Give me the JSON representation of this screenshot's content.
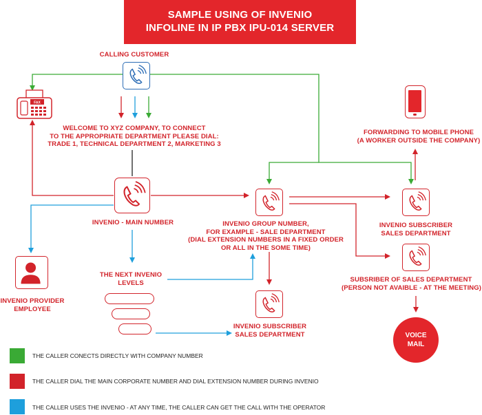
{
  "title": {
    "line1": "SAMPLE USING OF INVENIO",
    "line2": "INFOLINE IN IP PBX IPU-014 SERVER"
  },
  "nodes": {
    "calling_customer": "CALLING CUSTOMER",
    "welcome": {
      "line1": "WELCOME TO XYZ COMPANY, TO CONNECT",
      "line2": "TO THE APPROPRIATE DEPARTMENT PLEASE DIAL:",
      "line3": "TRADE 1, TECHNICAL DEPARTMENT 2, MARKETING 3"
    },
    "main_number": "INVENIO - MAIN NUMBER",
    "fax_label": "FAX",
    "provider": {
      "line1": "INVENIO PROVIDER",
      "line2": "EMPLOYEE"
    },
    "next_levels": {
      "line1": "THE NEXT INVENIO",
      "line2": "LEVELS"
    },
    "group_number": {
      "line1": "INVENIO GROUP NUMBER,",
      "line2": "FOR EXAMPLE - SALE DEPARTMENT",
      "line3": "(DIAL EXTENSION NUMBERS IN A FIXED ORDER",
      "line4": "OR ALL IN THE SOME TIME)"
    },
    "subscriber_bottom": {
      "line1": "INVENIO SUBSCRIBER",
      "line2": "SALES DEPARTMENT"
    },
    "subscriber_right": {
      "line1": "INVENIO SUBSCRIBER",
      "line2": "SALES DEPARTMENT"
    },
    "forwarding": {
      "line1": "FORWARDING TO MOBILE PHONE",
      "line2": "(A WORKER OUTSIDE THE COMPANY)"
    },
    "subscriber_absent": {
      "line1": "SUBSRIBER OF SALES DEPARTMENT",
      "line2": "(PERSON NOT AVAIBLE - AT THE MEETING)"
    },
    "voicemail": {
      "line1": "VOICE",
      "line2": "MAIL"
    }
  },
  "legend": [
    {
      "color": "#3aaa35",
      "text": "THE CALLER CONECTS DIRECTLY WITH COMPANY NUMBER"
    },
    {
      "color": "#d2232a",
      "text": "THE CALLER DIAL THE MAIN CORPORATE NUMBER AND DIAL EXTENSION NUMBER DURING INVENIO"
    },
    {
      "color": "#1e9fdc",
      "text": "THE CALLER USES THE INVENIO - AT ANY TIME, THE CALLER CAN GET THE CALL WITH THE OPERATOR"
    }
  ],
  "colors": {
    "red": "#d2232a",
    "green": "#3aaa35",
    "blue": "#1e9fdc",
    "title_bg": "#e3262b"
  }
}
